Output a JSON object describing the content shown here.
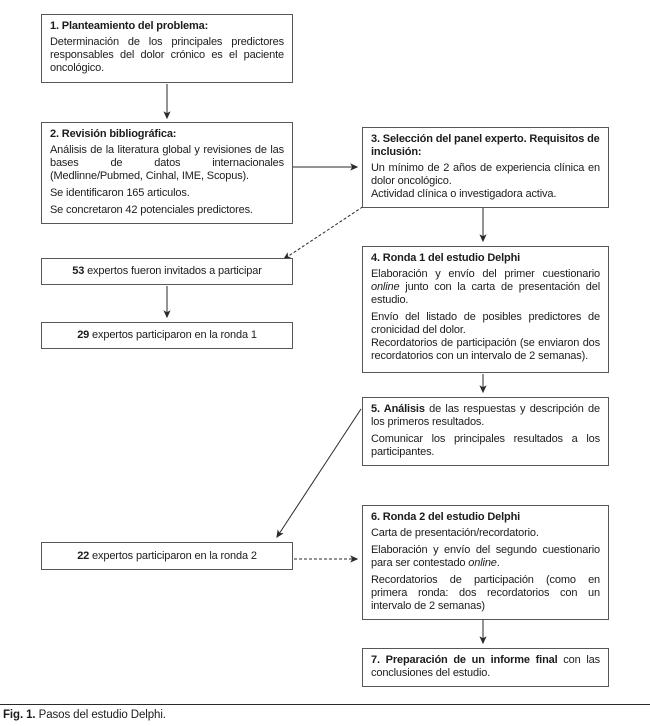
{
  "figure_caption": {
    "bold": "Fig. 1.",
    "text": " Pasos del estudio Delphi."
  },
  "boxes": {
    "step1": {
      "title": "1. Planteamiento del problema:",
      "p1": "Determinación de los principales predictores responsables del dolor crónico es el paciente oncológico."
    },
    "step2": {
      "title": "2. Revisión bibliográfica:",
      "p1": "Análisis de la literatura global y revisiones de las bases de datos internacionales (Medlinne/Pubmed, Cinhal, IME, Scopus).",
      "p2": "Se identificaron 165 articulos.",
      "p3": "Se concretaron 42 potenciales predictores."
    },
    "step3": {
      "title": "3. Selección del panel experto. Requisitos de inclusión:",
      "p1": "Un mínimo de 2 años de experiencia clínica en dolor oncológico.",
      "p2": "Actividad clínica o investigadora activa."
    },
    "step4": {
      "title": "4. Ronda 1 del estudio Delphi",
      "p1_pre": "Elaboración y envío del primer cuestionario ",
      "p1_italic": "online",
      "p1_post": " junto con la carta de presentación del estudio.",
      "p2": "Envío del listado de posibles predictores de cronicidad del dolor.",
      "p3": "Recordatorios de participación (se enviaron dos recordatorios con un intervalo de 2 semanas)."
    },
    "step5": {
      "title_bold": "5. Análisis",
      "title_rest": " de las respuestas y descripción de los primeros resultados.",
      "p2": "Comunicar los principales resultados a los participantes."
    },
    "step6": {
      "title": "6. Ronda 2 del estudio Delphi",
      "p1": "Carta de presentación/recordatorio.",
      "p2_pre": "Elaboración y envío del segundo cuestionario para ser contestado ",
      "p2_italic": "online",
      "p2_post": ".",
      "p3": "Recordatorios de participación (como en primera ronda: dos recordatorios con un intervalo de 2 semanas)"
    },
    "step7": {
      "title_bold": "7. Preparación de un informe final",
      "title_rest": " con las conclusiones del estudio."
    },
    "invited": {
      "number": "53",
      "text": " expertos fueron invitados a participar"
    },
    "round1": {
      "number": "29",
      "text": " expertos participaron en la ronda 1"
    },
    "round2": {
      "number": "22",
      "text": " expertos participaron en la ronda 2"
    }
  },
  "colors": {
    "box_border": "#575757",
    "text": "#1c1c1c",
    "arrow": "#2a2a2a"
  }
}
